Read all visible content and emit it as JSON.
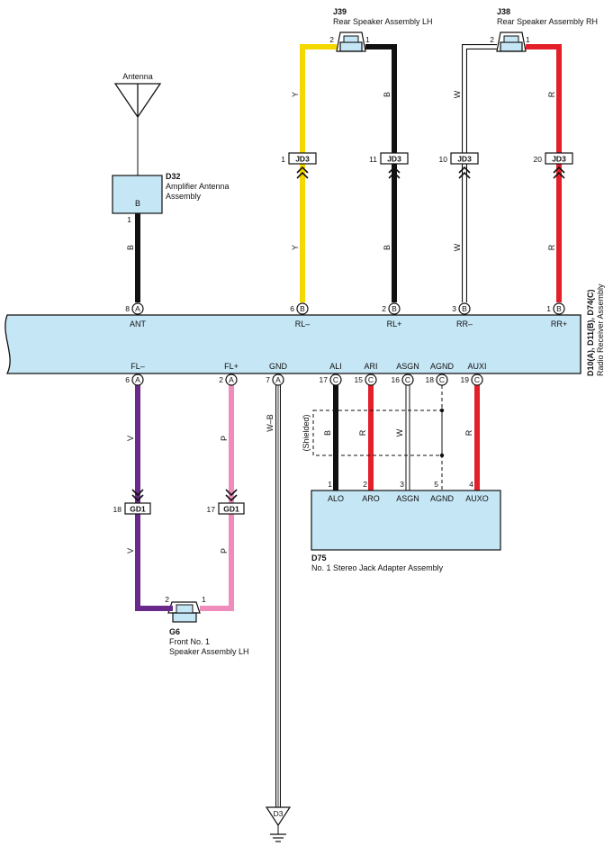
{
  "antenna": {
    "label": "Antenna"
  },
  "d32": {
    "id": "D32",
    "name_line1": "Amplifier Antenna",
    "name_line2": "Assembly",
    "inner": "B",
    "pin": "1"
  },
  "d10": {
    "label_line1": "D10(A), D11(B), D74(C)",
    "label_line2": "Radio Receiver Assembly"
  },
  "j39": {
    "id": "J39",
    "name": "Rear Speaker Assembly LH",
    "pin_left": "2",
    "pin_right": "1"
  },
  "j38": {
    "id": "J38",
    "name": "Rear Speaker Assembly RH",
    "pin_left": "2",
    "pin_right": "1"
  },
  "jd3": {
    "label": "JD3",
    "pins": [
      "1",
      "11",
      "10",
      "20"
    ]
  },
  "top_pins": [
    {
      "num": "8",
      "conn": "A",
      "name": "ANT"
    },
    {
      "num": "6",
      "conn": "B",
      "name": "RL–"
    },
    {
      "num": "2",
      "conn": "B",
      "name": "RL+"
    },
    {
      "num": "3",
      "conn": "B",
      "name": "RR–"
    },
    {
      "num": "1",
      "conn": "B",
      "name": "RR+"
    }
  ],
  "bottom_pins": [
    {
      "num": "6",
      "conn": "A",
      "name": "FL–"
    },
    {
      "num": "2",
      "conn": "A",
      "name": "FL+"
    },
    {
      "num": "7",
      "conn": "A",
      "name": "GND"
    },
    {
      "num": "17",
      "conn": "C",
      "name": "ALI"
    },
    {
      "num": "15",
      "conn": "C",
      "name": "ARI"
    },
    {
      "num": "16",
      "conn": "C",
      "name": "ASGN"
    },
    {
      "num": "18",
      "conn": "C",
      "name": "AGND"
    },
    {
      "num": "19",
      "conn": "C",
      "name": "AUXI"
    }
  ],
  "wire_colors": {
    "ant": "B",
    "rl_minus": "Y",
    "rl_plus": "B",
    "rr_minus": "W",
    "rr_plus": "R",
    "fl_minus": "V",
    "fl_plus": "P",
    "gnd": "W–B",
    "alo": "B",
    "aro": "R",
    "asgn": "W",
    "auxo": "R"
  },
  "colors": {
    "yellow": "#f5d800",
    "black": "#111111",
    "white": "#ffffff",
    "red": "#e3202a",
    "violet": "#6a2a8c",
    "pink": "#f08cbc",
    "box": "#c5e6f5"
  },
  "gd1": {
    "label": "GD1",
    "pins": [
      "18",
      "17"
    ]
  },
  "shielded": {
    "label": "(Shielded)"
  },
  "d75": {
    "id": "D75",
    "name": "No.  1 Stereo Jack Adapter Assembly",
    "pins": [
      {
        "num": "1",
        "name": "ALO"
      },
      {
        "num": "2",
        "name": "ARO"
      },
      {
        "num": "3",
        "name": "ASGN"
      },
      {
        "num": "5",
        "name": "AGND"
      },
      {
        "num": "4",
        "name": "AUXO"
      }
    ]
  },
  "g6": {
    "id": "G6",
    "name_line1": "Front No.  1",
    "name_line2": "Speaker Assembly LH",
    "pin_left": "2",
    "pin_right": "1"
  },
  "d3": {
    "label": "D3"
  }
}
